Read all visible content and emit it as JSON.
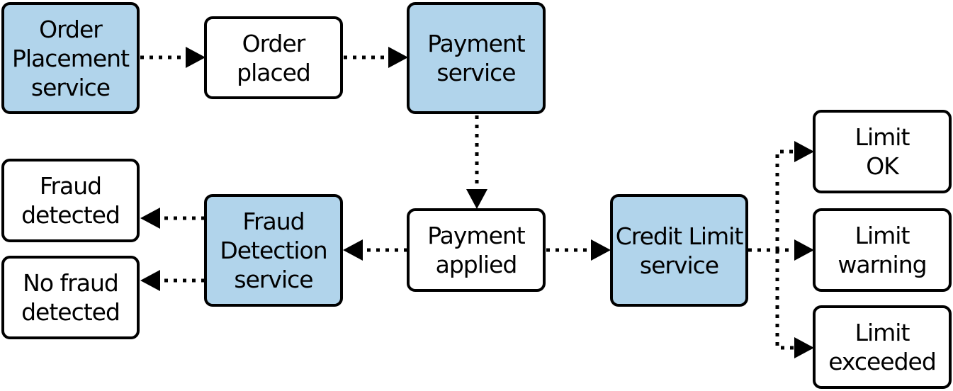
{
  "colors": {
    "service_fill": "#b1d4eb",
    "event_fill": "#ffffff",
    "stroke": "#000000"
  },
  "nodes": {
    "order_placement_service": "Order\nPlacement\nservice",
    "order_placed": "Order\nplaced",
    "payment_service": "Payment\nservice",
    "payment_applied": "Payment\napplied",
    "fraud_detection_service": "Fraud\nDetection\nservice",
    "fraud_detected": "Fraud\ndetected",
    "no_fraud_detected": "No fraud\ndetected",
    "credit_limit_service": "Credit Limit\nservice",
    "limit_ok": "Limit\nOK",
    "limit_warning": "Limit\nwarning",
    "limit_exceeded": "Limit\nexceeded"
  },
  "edges": [
    {
      "from": "Order Placement service",
      "to": "Order placed"
    },
    {
      "from": "Order placed",
      "to": "Payment service"
    },
    {
      "from": "Payment service",
      "to": "Payment applied"
    },
    {
      "from": "Payment applied",
      "to": "Fraud Detection service"
    },
    {
      "from": "Fraud Detection service",
      "to": "Fraud detected"
    },
    {
      "from": "Fraud Detection service",
      "to": "No fraud detected"
    },
    {
      "from": "Payment applied",
      "to": "Credit Limit service"
    },
    {
      "from": "Credit Limit service",
      "to": "Limit OK"
    },
    {
      "from": "Credit Limit service",
      "to": "Limit warning"
    },
    {
      "from": "Credit Limit service",
      "to": "Limit exceeded"
    }
  ]
}
